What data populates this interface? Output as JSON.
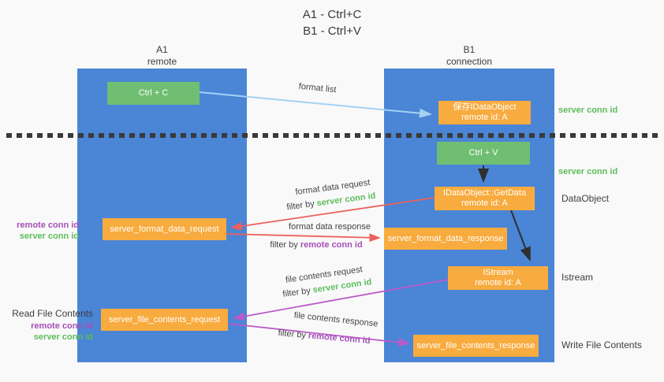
{
  "title": {
    "line1": "A1 - Ctrl+C",
    "line2": "B1 - Ctrl+V"
  },
  "lanes": {
    "left": {
      "name": "A1",
      "role": "remote"
    },
    "right": {
      "name": "B1",
      "role": "connection"
    }
  },
  "nodes": {
    "ctrl_c": {
      "label": "Ctrl + C"
    },
    "ctrl_v": {
      "label": "Ctrl + V"
    },
    "save_dataobject": {
      "line1": "保存IDataObject",
      "line2": "remote id: A"
    },
    "getdata": {
      "line1": "IDataObject::GetData",
      "line2": "remote id: A"
    },
    "istream": {
      "line1": "IStream",
      "line2": "remote id: A"
    },
    "format_request": {
      "label": "server_format_data_request"
    },
    "format_response": {
      "label": "server_format_data_response"
    },
    "file_request": {
      "label": "server_file_contents_request"
    },
    "file_response": {
      "label": "server_file_contents_response"
    }
  },
  "right_labels": {
    "server_conn_id_1": "server conn id",
    "server_conn_id_2": "server conn id",
    "dataobject": "DataObject",
    "istream": "Istream",
    "write_file_contents": "Write File Contents"
  },
  "left_labels": {
    "remote_conn_id_1": "remote conn id",
    "server_conn_id_1": "server conn id",
    "read_file_contents": "Read File Contents",
    "remote_conn_id_2": "remote conn id",
    "server_conn_id_2": "server conn id"
  },
  "flow_labels": {
    "format_list": "format list",
    "format_data_request": "format data request",
    "format_data_response": "format data response",
    "file_contents_request": "file contents request",
    "file_contents_response": "file contents response",
    "filter_by": "filter by ",
    "server_conn_id": "server conn id",
    "remote_conn_id": "remote conn id"
  },
  "colors": {
    "panel_blue": "#4a85d6",
    "box_green": "#6fbe72",
    "box_orange": "#f8ab3e",
    "green_text": "#5cbd5c",
    "purple_text": "#a550b5",
    "red_arrow": "#ec615b",
    "magenta_arrow": "#bb5ac9",
    "lightblue_arrow": "#a5d2f3",
    "black_arrow": "#2f2f2f",
    "dark_text": "#3d3d3d"
  }
}
